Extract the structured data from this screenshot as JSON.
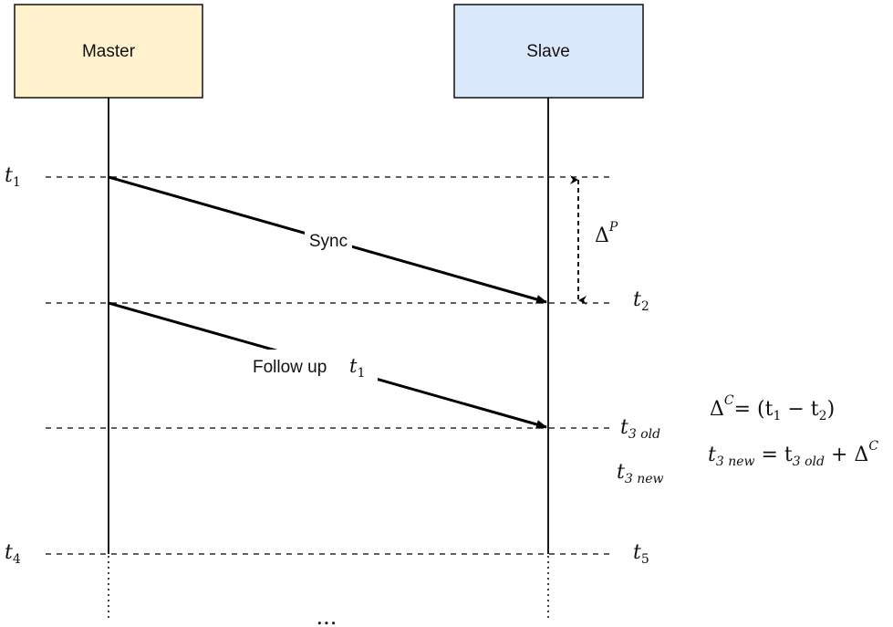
{
  "participants": {
    "master": {
      "label": "Master",
      "fill": "#fff2cc"
    },
    "slave": {
      "label": "Slave",
      "fill": "#dae8fc"
    }
  },
  "timestamps": {
    "t1": {
      "base": "t",
      "sub": "1"
    },
    "t2": {
      "base": "t",
      "sub": "2"
    },
    "t3old": {
      "base": "t",
      "sub": "3 old"
    },
    "t3new": {
      "base": "t",
      "sub": "3 new"
    },
    "t4": {
      "base": "t",
      "sub": "4"
    },
    "t5": {
      "base": "t",
      "sub": "5"
    }
  },
  "messages": {
    "sync": {
      "label": "Sync"
    },
    "follow_up": {
      "label": "Follow up",
      "param_base": "t",
      "param_sub": "1"
    }
  },
  "delay": {
    "base": "Δ",
    "sup": "P"
  },
  "equations": {
    "correction": {
      "lhs_base": "Δ",
      "lhs_sup": "C",
      "rhs": "= (t",
      "rhs_sub1": "1",
      "rhs_mid": " − t",
      "rhs_sub2": "2",
      "rhs_end": ")"
    },
    "update": {
      "lhs": "t",
      "lhs_sub": "3 new",
      "eq": " = t",
      "rhs_sub": "3 old",
      "plus": " + Δ",
      "plus_sup": "C"
    }
  },
  "continuation": "...",
  "colors": {
    "line": "#000000",
    "box_border": "#111111"
  }
}
